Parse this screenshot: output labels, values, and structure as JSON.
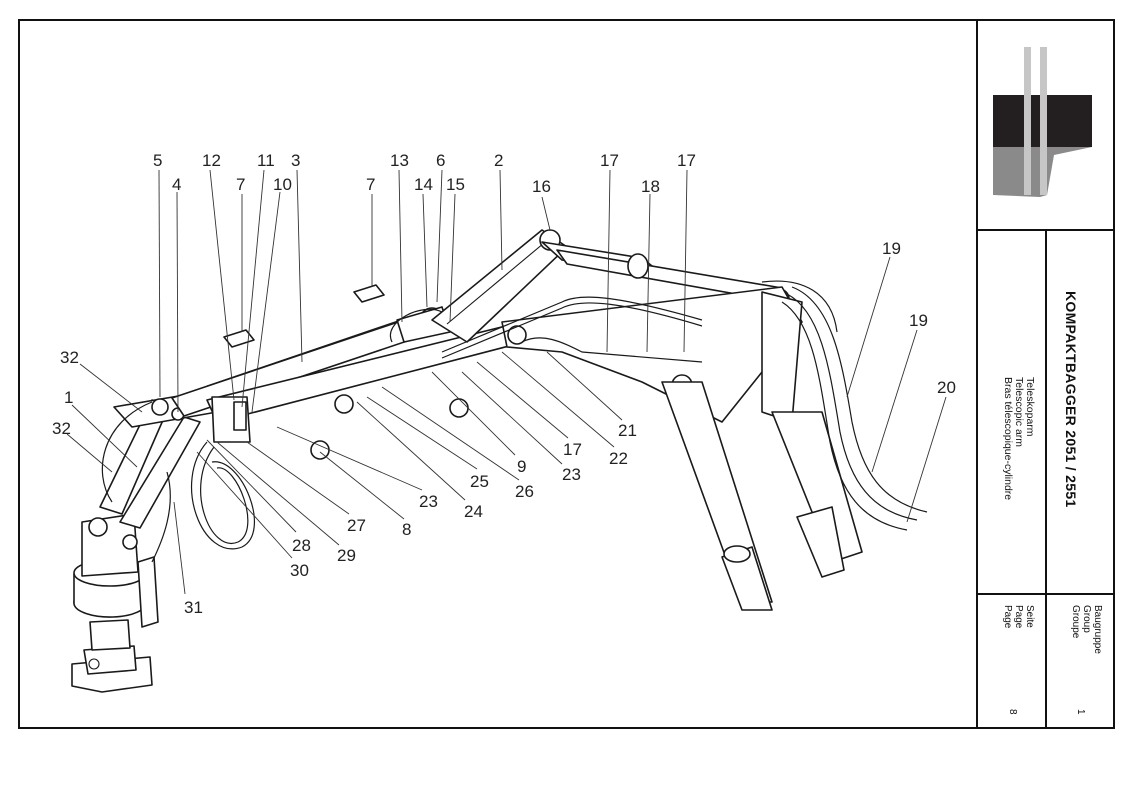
{
  "title_block": {
    "model": "KOMPAKTBAGGER 2051 / 2551",
    "description": [
      "Teleskoparm",
      "Telescopic arm",
      "Bras télescopique-cylindre"
    ],
    "group_labels": [
      "Baugruppe",
      "Group",
      "Groupe"
    ],
    "group_value": "1",
    "page_labels": [
      "Seite",
      "Page",
      "Page"
    ],
    "page_value": "8"
  },
  "logo": {
    "colors": {
      "dark": "#231f20",
      "mid": "#8a8a8a",
      "light": "#c6c6c6"
    }
  },
  "callouts": [
    "5",
    "12",
    "11",
    "3",
    "7",
    "10",
    "4",
    "7",
    "13",
    "14",
    "15",
    "6",
    "2",
    "16",
    "17",
    "18",
    "17",
    "19",
    "19",
    "20",
    "32",
    "1",
    "32",
    "31",
    "30",
    "29",
    "28",
    "27",
    "8",
    "23",
    "24",
    "25",
    "26",
    "23",
    "9",
    "17",
    "22",
    "21"
  ]
}
